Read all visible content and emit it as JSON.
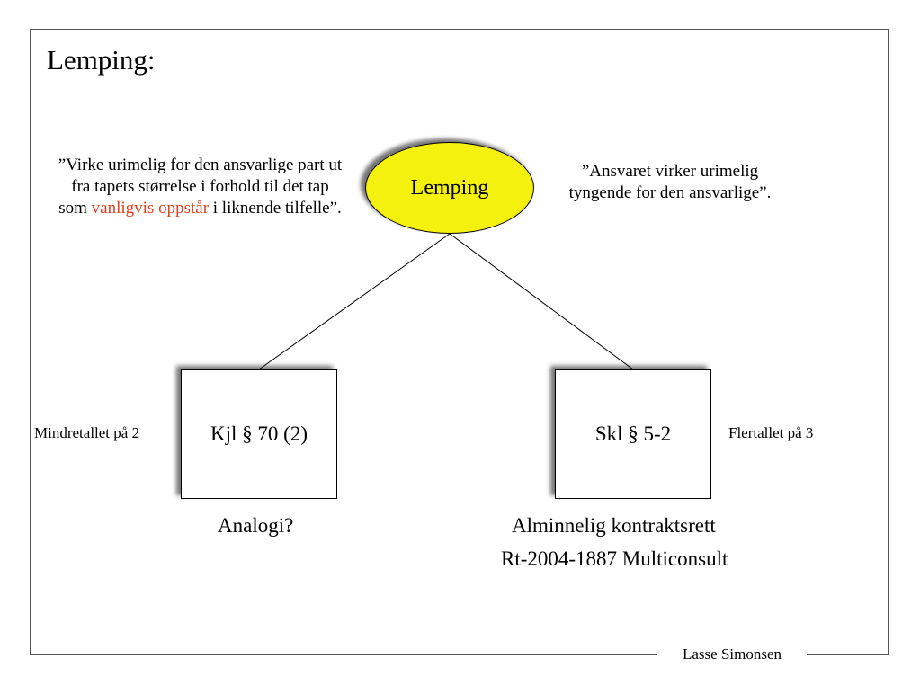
{
  "slide": {
    "title": "Lemping:",
    "footer": "Lasse Simonsen"
  },
  "quote_left": {
    "line1": "”Virke urimelig for den ansvarlige part ut",
    "line2": "fra tapets størrelse i forhold til det tap",
    "line3_pre": "som ",
    "line3_highlight": "vanligvis oppstår",
    "line3_post": " i liknende tilfelle”."
  },
  "quote_right": {
    "line1": "”Ansvaret virker urimelig",
    "line2": "tyngende for den ansvarlige”."
  },
  "root": {
    "label": "Lemping"
  },
  "left_node": {
    "label": "Kjl § 70 (2)",
    "side_note": "Mindretallet på 2",
    "below": "Analogi?"
  },
  "right_node": {
    "label": "Skl § 5-2",
    "side_note": "Flertallet på 3",
    "below_line1": "Alminnelig kontraktsrett",
    "below_line2": "Rt-2004-1887 Multiconsult"
  },
  "colors": {
    "highlight": "#e0401c",
    "root_fill": "#f5f10e"
  }
}
